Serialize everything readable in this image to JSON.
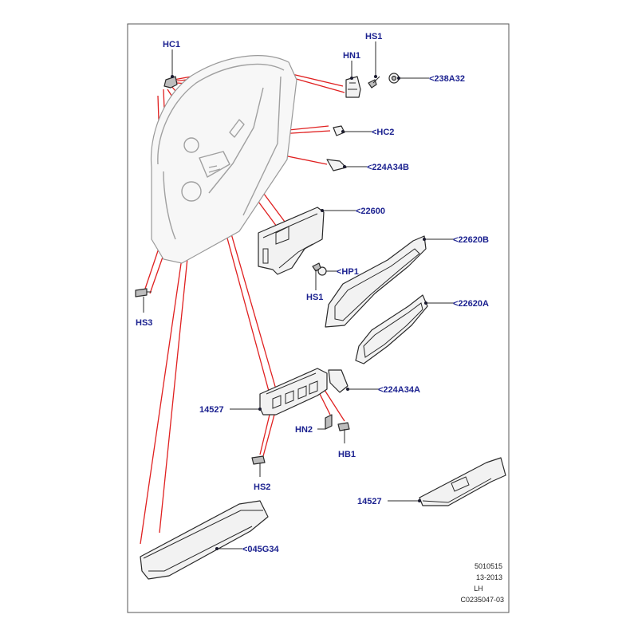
{
  "callouts": {
    "hc1": "HC1",
    "hs1_top": "HS1",
    "hn1": "HN1",
    "c238a32": "<238A32",
    "hc2": "<HC2",
    "c224a34b": "<224A34B",
    "c22600": "<22600",
    "c22620b": "<22620B",
    "hp1": "<HP1",
    "hs1_mid": "HS1",
    "c22620a": "<22620A",
    "hs3": "HS3",
    "c14527_left": "14527",
    "c224a34a": "<224A34A",
    "hn2": "HN2",
    "hb1": "HB1",
    "hs2": "HS2",
    "c14527_right": "14527",
    "c045g34": "<045G34"
  },
  "footer": {
    "ref": "5010515",
    "date": "13-2013",
    "side": "LH",
    "code": "C0235047-03"
  },
  "colors": {
    "callout": "#1c2290",
    "leader_red": "#e02020",
    "frame": "#555555"
  }
}
